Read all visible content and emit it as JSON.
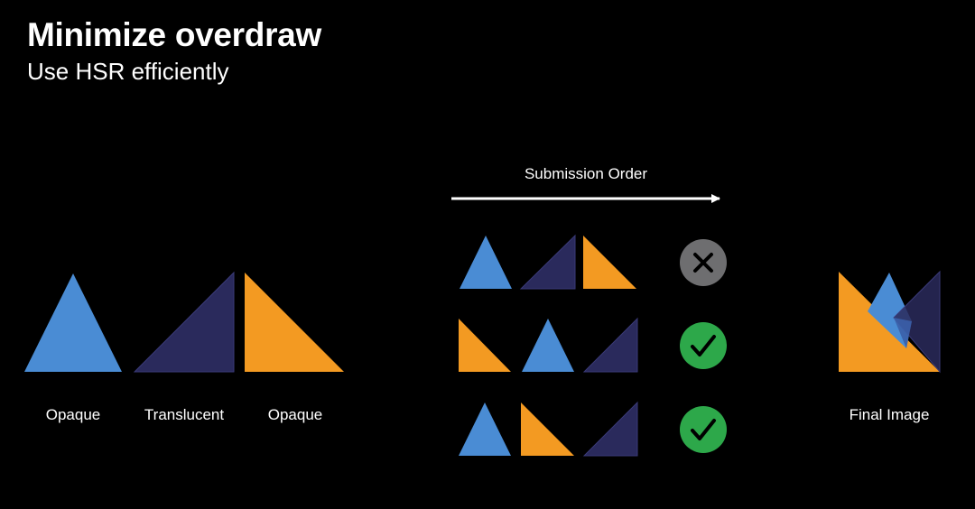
{
  "slide": {
    "title": "Minimize overdraw",
    "subtitle": "Use HSR efficiently"
  },
  "legend": {
    "items": [
      {
        "label": "Opaque",
        "kind": "opaque",
        "color": "#4A8CD4"
      },
      {
        "label": "Translucent",
        "kind": "translucent",
        "color": "#2A2A5C"
      },
      {
        "label": "Opaque",
        "kind": "opaque",
        "color": "#F39A22"
      }
    ]
  },
  "submission": {
    "label": "Submission Order",
    "rows": [
      {
        "order": [
          "blue-opaque",
          "translucent",
          "orange-opaque"
        ],
        "result": "cross-icon"
      },
      {
        "order": [
          "orange-opaque",
          "blue-opaque",
          "translucent"
        ],
        "result": "check-icon"
      },
      {
        "order": [
          "blue-opaque",
          "orange-opaque",
          "translucent"
        ],
        "result": "check-icon"
      }
    ]
  },
  "final": {
    "label": "Final Image"
  },
  "colors": {
    "blue": "#4A8CD4",
    "orange": "#F39A22",
    "translucent": "#2A2A5C",
    "translucent_edge": "#3A3A78",
    "check_green": "#2DA84A",
    "cross_gray": "#6E6E70",
    "background": "#000000"
  }
}
